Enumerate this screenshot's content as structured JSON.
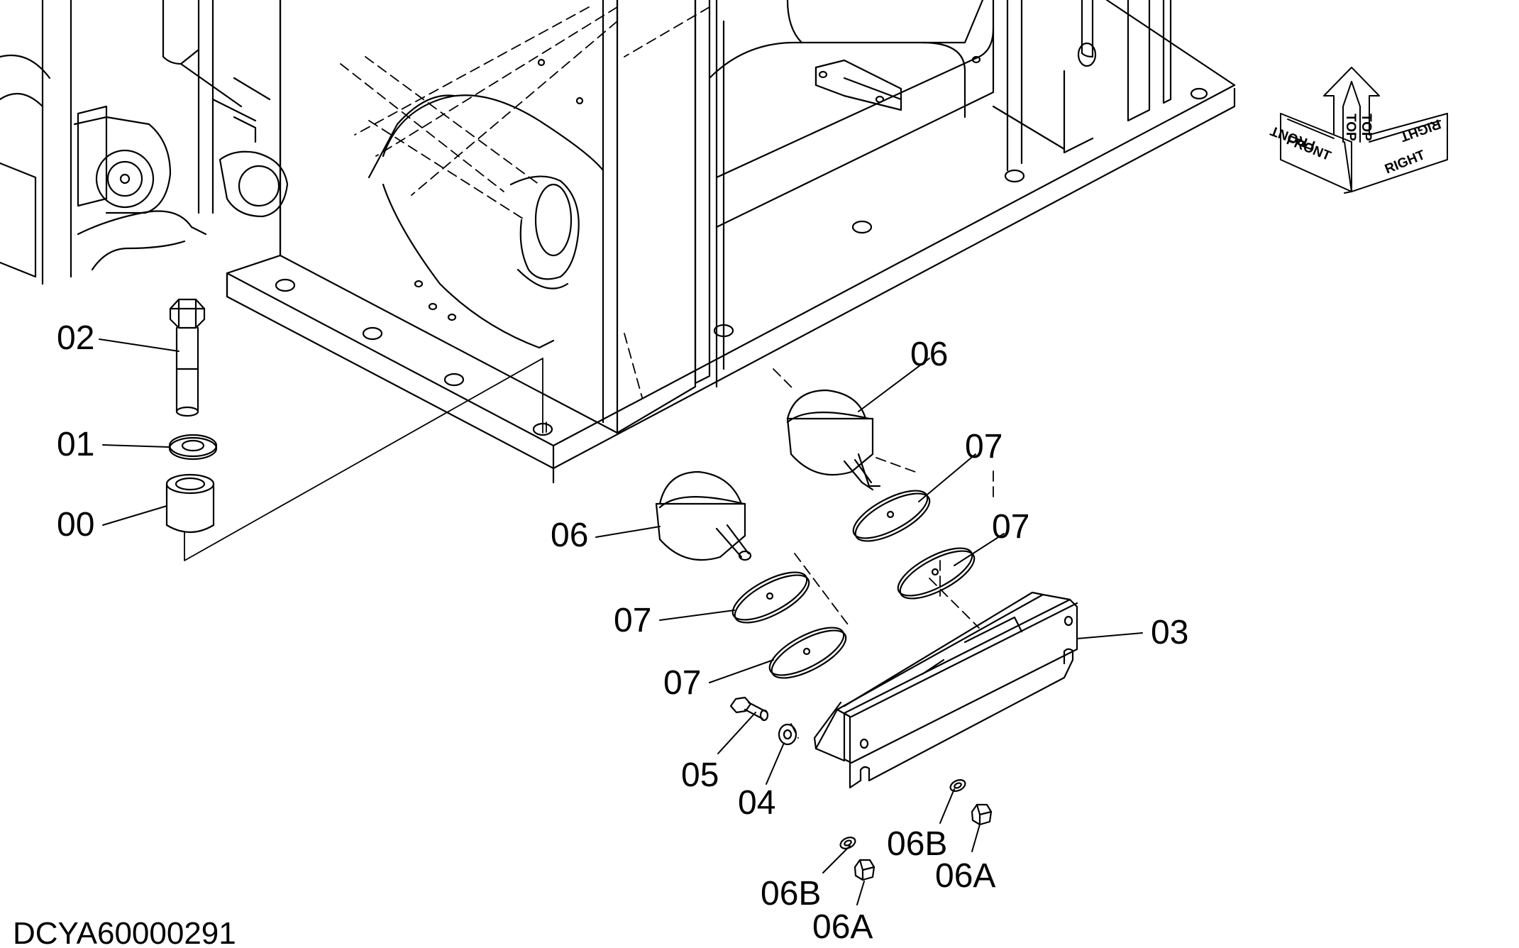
{
  "drawing_id": "DCYA60000291",
  "callouts": {
    "c00": "00",
    "c01": "01",
    "c02": "02",
    "c03": "03",
    "c04": "04",
    "c05": "05",
    "c06_upper": "06",
    "c06_lower": "06",
    "c07_a": "07",
    "c07_b": "07",
    "c07_c": "07",
    "c07_d": "07",
    "c06B_left": "06B",
    "c06B_right": "06B",
    "c06A_left": "06A",
    "c06A_right": "06A"
  },
  "orientation": {
    "front": "FRONT",
    "top": "TOP",
    "right": "RIGHT"
  },
  "colors": {
    "line": "#000000",
    "background": "#ffffff"
  }
}
